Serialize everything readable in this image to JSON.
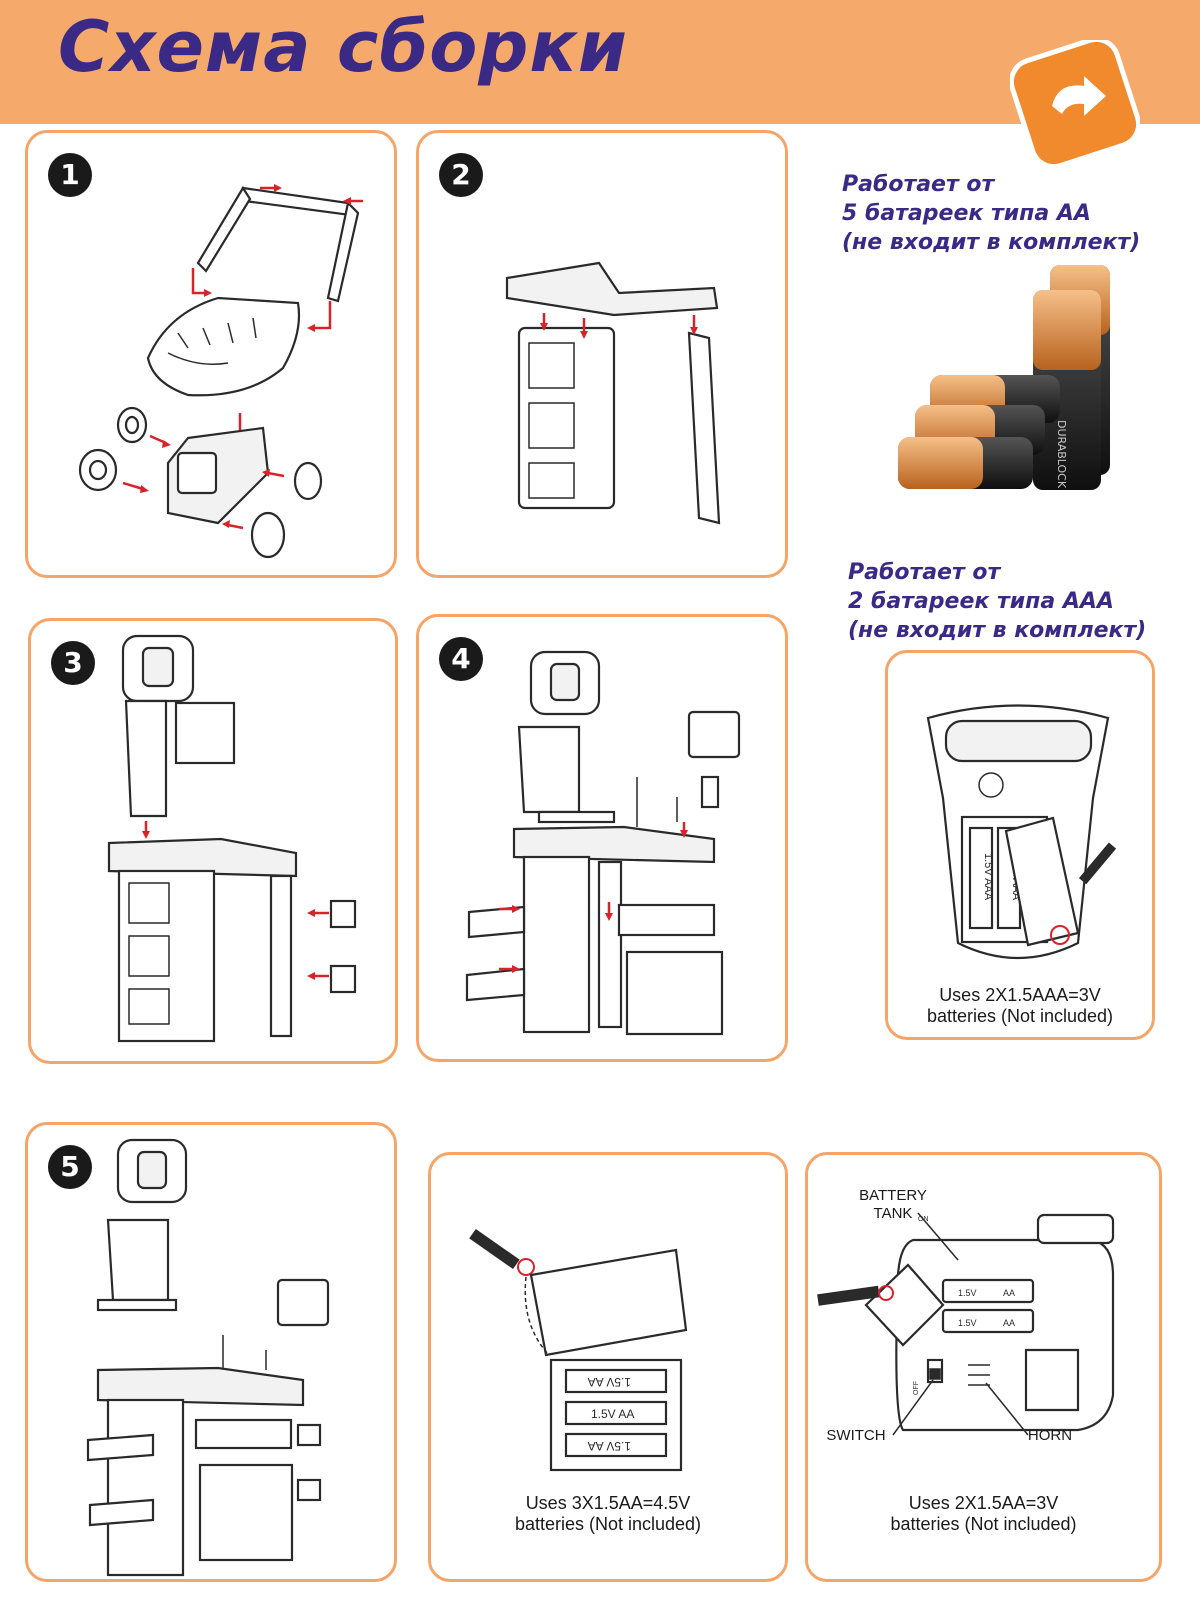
{
  "header": {
    "title": "Схема сборки"
  },
  "colors": {
    "header_bg": "#f5a96b",
    "title": "#3a2a86",
    "panel_border": "#f4a567",
    "badge": "#f08a2c",
    "arrows": "#d8232a"
  },
  "steps": [
    {
      "number": "1"
    },
    {
      "number": "2"
    },
    {
      "number": "3"
    },
    {
      "number": "4"
    },
    {
      "number": "5"
    }
  ],
  "notes": {
    "aa": [
      "Работает от",
      "5 батареек типа АА",
      "(не входит в комплект)"
    ],
    "aaa": [
      "Работает от",
      "2 батареек типа ААА",
      "(не входит в комплект)"
    ]
  },
  "battery_brand": "DURABLOCK",
  "scanner_panel": {
    "line1": "Uses 2X1.5AAA=3V",
    "line2": "batteries (Not included)",
    "cell_label": "1.5V AAA"
  },
  "register_panel": {
    "line1": "Uses 3X1.5AA=4.5V",
    "line2": "batteries (Not included)",
    "cell_label": "1.5V AA"
  },
  "cart_panel": {
    "battery_tank": [
      "BATTERY",
      "TANK"
    ],
    "switch": "SWITCH",
    "horn": "HORN",
    "on": "ON",
    "off": "OFF",
    "cell_label": "1.5V",
    "cell_type": "AA",
    "line1": "Uses 2X1.5AA=3V",
    "line2": "batteries (Not included)"
  },
  "icons": {
    "badge": "redo-arrow-icon"
  }
}
